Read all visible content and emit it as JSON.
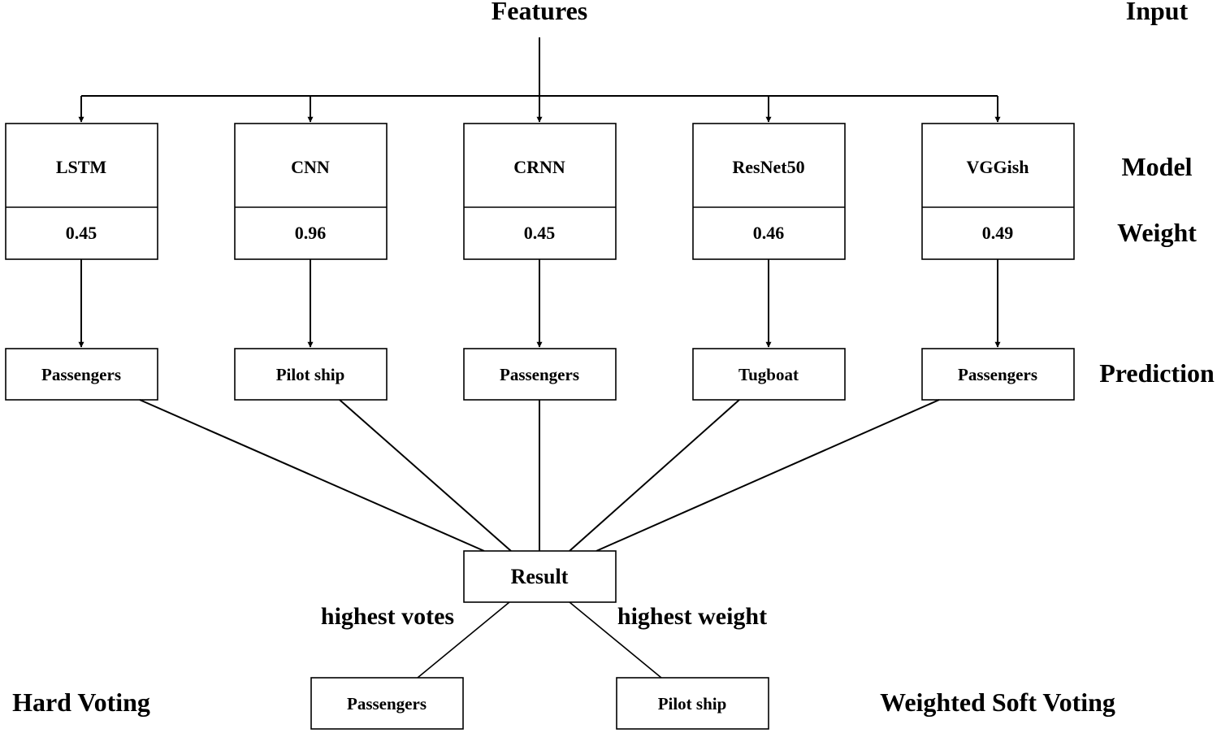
{
  "features_label": "Features",
  "row_labels": {
    "input": "Input",
    "model": "Model",
    "weight": "Weight",
    "prediction": "Prediction"
  },
  "models": [
    {
      "name": "LSTM",
      "weight": "0.45",
      "prediction": "Passengers"
    },
    {
      "name": "CNN",
      "weight": "0.96",
      "prediction": "Pilot ship"
    },
    {
      "name": "CRNN",
      "weight": "0.45",
      "prediction": "Passengers"
    },
    {
      "name": "ResNet50",
      "weight": "0.46",
      "prediction": "Tugboat"
    },
    {
      "name": "VGGish",
      "weight": "0.49",
      "prediction": "Passengers"
    }
  ],
  "result_label": "Result",
  "hard_voting": {
    "title": "Hard Voting",
    "criterion": "highest votes",
    "output": "Passengers"
  },
  "soft_voting": {
    "title": "Weighted Soft Voting",
    "criterion": "highest weight",
    "output": "Pilot ship"
  }
}
